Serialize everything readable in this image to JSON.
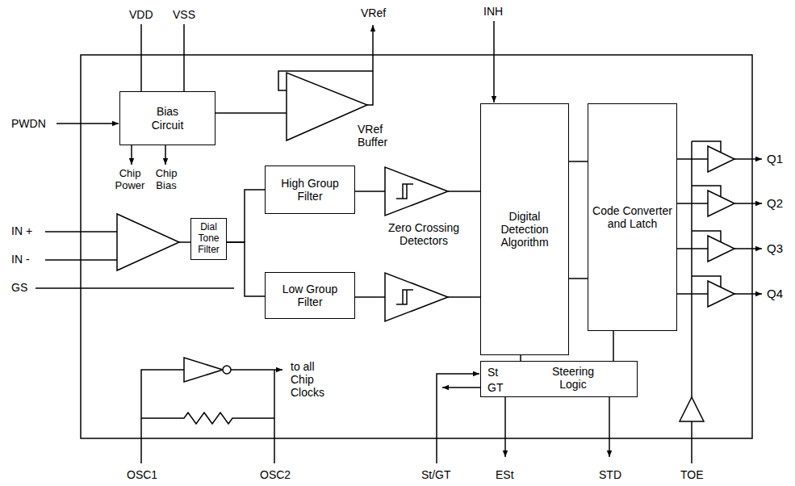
{
  "diagram": {
    "nodes": [
      {
        "text": [
          "Bias Circuit"
        ]
      },
      {
        "text": [
          "VRef Buffer"
        ]
      },
      {
        "text": [
          "High Group Filter"
        ]
      },
      {
        "text": [
          "Dial Tone Filter"
        ]
      },
      {
        "text": [
          "Low Group Filter"
        ]
      },
      {
        "text": [
          "Digital Detection Algorithm"
        ]
      },
      {
        "text": [
          "Code Converter and Latch"
        ]
      },
      {
        "text": [
          "St",
          "GT",
          "Steering Logic"
        ]
      }
    ],
    "edges": [
      {
        "from": 0,
        "to": 1,
        "arrow": "none"
      },
      {
        "from": 3,
        "to": 2,
        "arrow": "none"
      },
      {
        "from": 3,
        "to": 4,
        "arrow": "none"
      },
      {
        "from": 2,
        "to": 5,
        "arrow": "none"
      },
      {
        "from": 4,
        "to": 5,
        "arrow": "none"
      },
      {
        "from": 5,
        "to": 6,
        "arrow": "none"
      },
      {
        "from": 5,
        "to": 6,
        "arrow": "none"
      },
      {
        "from": 5,
        "to": 7,
        "arrow": "none"
      },
      {
        "from": 6,
        "to": 7,
        "arrow": "none"
      }
    ],
    "labels": [
      "VDD",
      "VSS",
      "VRef",
      "INH",
      "PWDN",
      "Chip Power",
      "Chip Bias",
      "IN +",
      "IN -",
      "GS",
      "Zero Crossing Detectors",
      "to all Chip Clocks",
      "Q1",
      "Q2",
      "Q3",
      "Q4",
      "OSC1",
      "OSC2",
      "St/GT",
      "ESt",
      "STD",
      "TOE"
    ]
  }
}
